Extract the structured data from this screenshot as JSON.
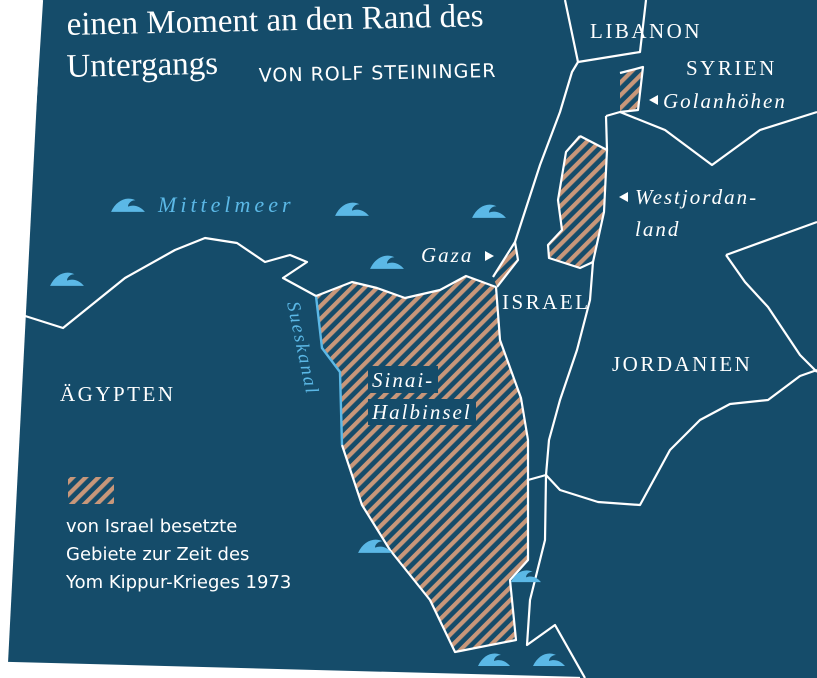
{
  "title": {
    "line1": "einen Moment an den Rand des",
    "line2": "Untergangs",
    "byline": "VON ROLF STEININGER"
  },
  "countries": {
    "libanon": "LIBANON",
    "syrien": "SYRIEN",
    "israel": "ISRAEL",
    "jordanien": "JORDANIEN",
    "aegypten": "ÄGYPTEN"
  },
  "regions": {
    "golan": "Golanhöhen",
    "westjordanland_line1": "Westjordan-",
    "westjordanland_line2": "land",
    "gaza": "Gaza",
    "sinai_line1": "Sinai-",
    "sinai_line2": "Halbinsel"
  },
  "water": {
    "mittelmeer": "Mittelmeer",
    "sueskanal": "Sueskanal"
  },
  "legend": {
    "line1": "von Israel besetzte",
    "line2": "Gebiete zur Zeit des",
    "line3": "Yom Kippur-Krieges 1973"
  },
  "colors": {
    "background": "#154c6a",
    "border": "#ffffff",
    "water_accent": "#5bb8e6",
    "occupied_hatch": "#c8977a"
  },
  "icons": [
    "wave-icon",
    "arrow-left-icon",
    "arrow-right-icon"
  ]
}
